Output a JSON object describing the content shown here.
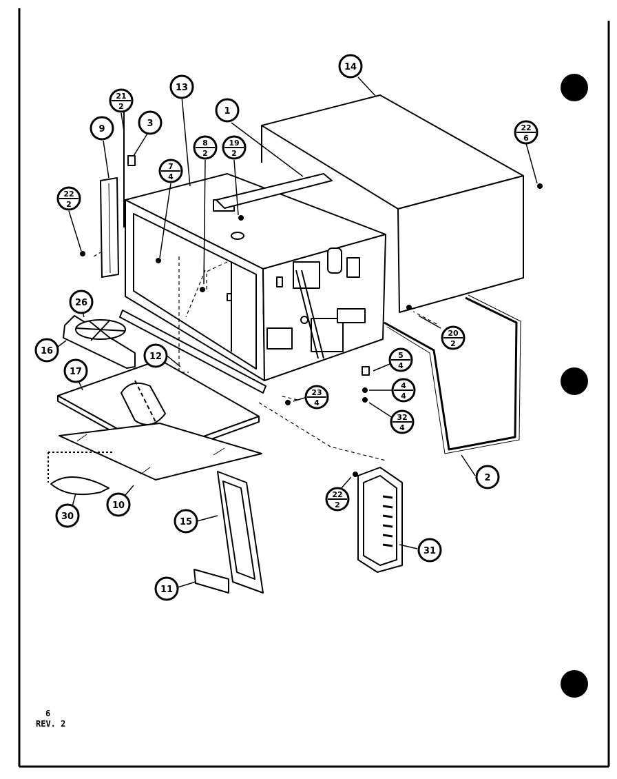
{
  "page": {
    "number": "6",
    "revision": "REV. 2"
  },
  "callouts": [
    {
      "id": "c14",
      "num": "14"
    },
    {
      "id": "c13",
      "num": "13"
    },
    {
      "id": "c1",
      "num": "1"
    },
    {
      "id": "c9",
      "num": "9"
    },
    {
      "id": "c3",
      "num": "3"
    },
    {
      "id": "c21_2",
      "num": "21",
      "sub": "2"
    },
    {
      "id": "c8_2",
      "num": "8",
      "sub": "2"
    },
    {
      "id": "c19_2",
      "num": "19",
      "sub": "2"
    },
    {
      "id": "c7_4",
      "num": "7",
      "sub": "4"
    },
    {
      "id": "c22_2a",
      "num": "22",
      "sub": "2"
    },
    {
      "id": "c22_6",
      "num": "22",
      "sub": "6"
    },
    {
      "id": "c26",
      "num": "26"
    },
    {
      "id": "c16",
      "num": "16"
    },
    {
      "id": "c12",
      "num": "12"
    },
    {
      "id": "c17",
      "num": "17"
    },
    {
      "id": "c20_2",
      "num": "20",
      "sub": "2"
    },
    {
      "id": "c5_4",
      "num": "5",
      "sub": "4"
    },
    {
      "id": "c4_4",
      "num": "4",
      "sub": "4"
    },
    {
      "id": "c23_4",
      "num": "23",
      "sub": "4"
    },
    {
      "id": "c32_4",
      "num": "32",
      "sub": "4"
    },
    {
      "id": "c2",
      "num": "2"
    },
    {
      "id": "c22_2b",
      "num": "22",
      "sub": "2"
    },
    {
      "id": "c10",
      "num": "10"
    },
    {
      "id": "c30",
      "num": "30"
    },
    {
      "id": "c15",
      "num": "15"
    },
    {
      "id": "c31",
      "num": "31"
    },
    {
      "id": "c11",
      "num": "11"
    }
  ],
  "colors": {
    "ink": "#000000",
    "paper": "#ffffff"
  }
}
